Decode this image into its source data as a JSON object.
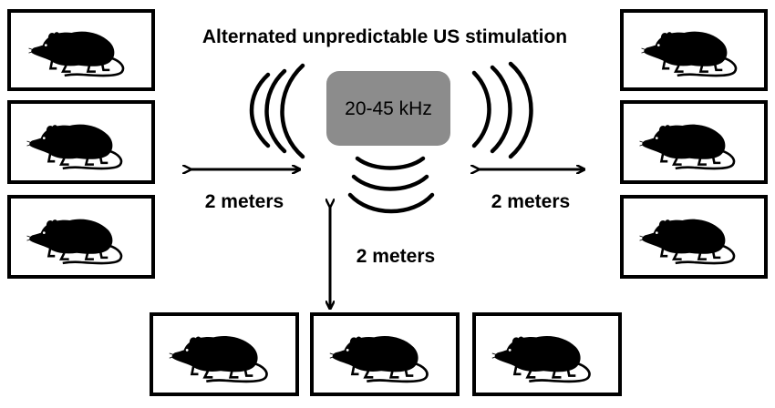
{
  "title": "Alternated unpredictable US stimulation",
  "source": {
    "label": "20-45 kHz",
    "fill_color": "#8c8c8c"
  },
  "distance_labels": {
    "left": "2 meters",
    "right": "2 meters",
    "bottom": "2 meters"
  },
  "cages": {
    "left_column_count": 3,
    "right_column_count": 3,
    "bottom_row_count": 3
  },
  "colors": {
    "ink": "#000000",
    "background": "#ffffff"
  }
}
